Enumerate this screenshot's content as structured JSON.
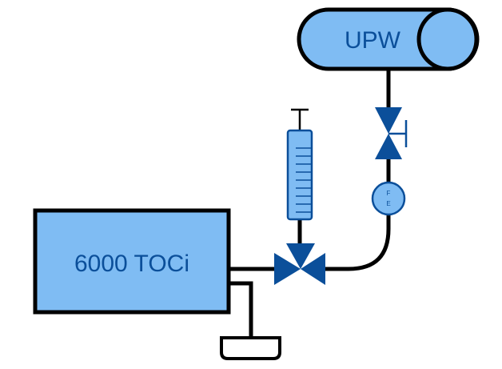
{
  "diagram": {
    "colors": {
      "fill": "#7fbcf3",
      "outline": "#000000",
      "valve": "#0b4f9a",
      "text": "#0b4f9a",
      "background": "#ffffff"
    },
    "instrument": {
      "label": "6000 TOCi"
    },
    "tank": {
      "label": "UPW"
    },
    "flow_element": {
      "line1": "F",
      "line2": "E"
    },
    "components": {
      "manual_valve_icon": "gate-valve-icon",
      "three_way_valve_icon": "three-way-valve-icon",
      "syringe_icon": "syringe-icon",
      "drain_icon": "drain-icon",
      "flow_element_icon": "flow-element-icon"
    }
  }
}
